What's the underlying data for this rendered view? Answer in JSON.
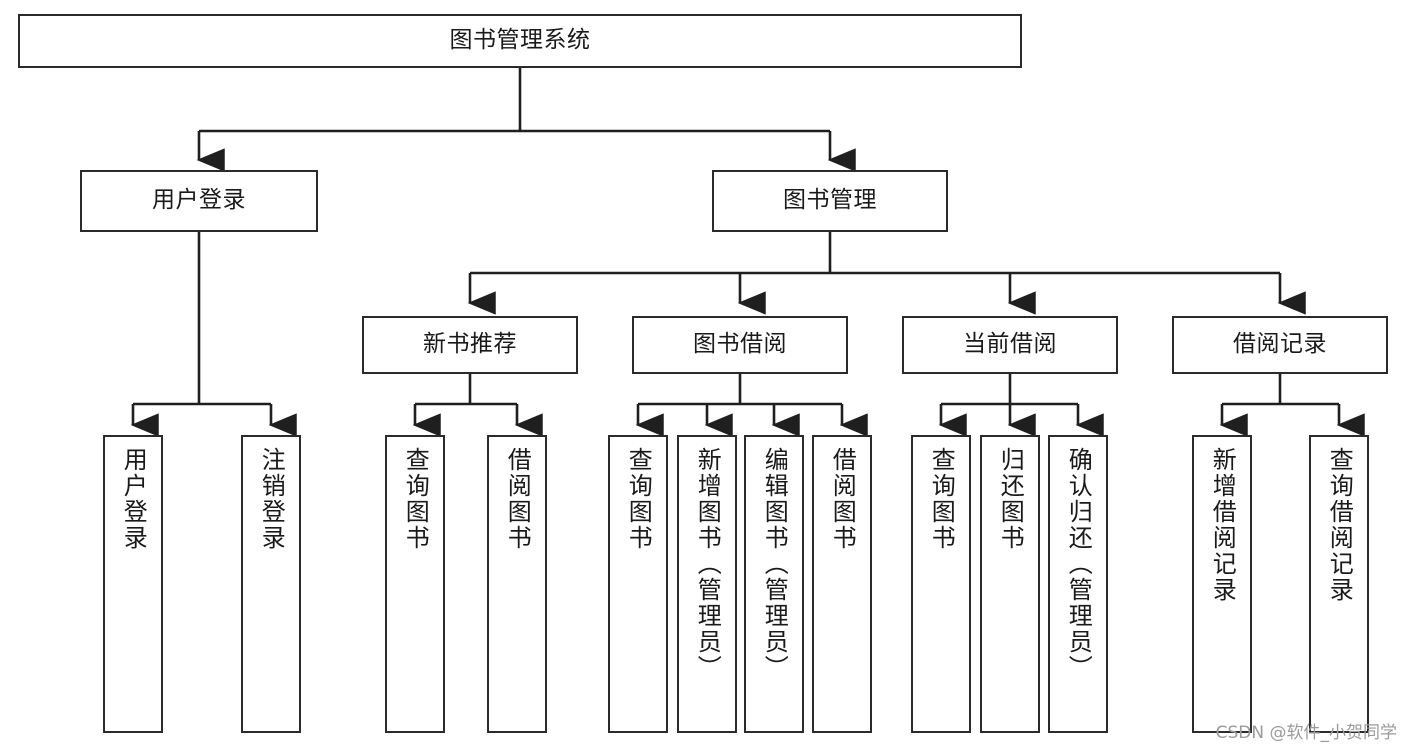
{
  "diagram": {
    "title": "图书管理系统",
    "type": "tree-hierarchy",
    "root": {
      "label": "图书管理系统"
    },
    "level2": [
      {
        "label": "用户登录"
      },
      {
        "label": "图书管理"
      }
    ],
    "level3": [
      {
        "label": "新书推荐"
      },
      {
        "label": "图书借阅"
      },
      {
        "label": "当前借阅"
      },
      {
        "label": "借阅记录"
      }
    ],
    "leaves": {
      "user_login": [
        {
          "label": "用户登录"
        },
        {
          "label": "注销登录"
        }
      ],
      "new_book_recommend": [
        {
          "label": "查询图书"
        },
        {
          "label": "借阅图书"
        }
      ],
      "book_borrow": [
        {
          "label": "查询图书"
        },
        {
          "label": "新增图书（管理员）"
        },
        {
          "label": "编辑图书（管理员）"
        },
        {
          "label": "借阅图书"
        }
      ],
      "current_borrow": [
        {
          "label": "查询图书"
        },
        {
          "label": "归还图书"
        },
        {
          "label": "确认归还（管理员）"
        }
      ],
      "borrow_records": [
        {
          "label": "新增借阅记录"
        },
        {
          "label": "查询借阅记录"
        }
      ]
    }
  },
  "watermark": {
    "text": "CSDN @软件_小贺同学"
  },
  "colors": {
    "box_border": "#2b2b2b",
    "box_fill": "#ffffff",
    "connector": "#1f1f1f",
    "text": "#1a1a1a",
    "watermark": "#9b9b9b",
    "background": "#ffffff"
  }
}
